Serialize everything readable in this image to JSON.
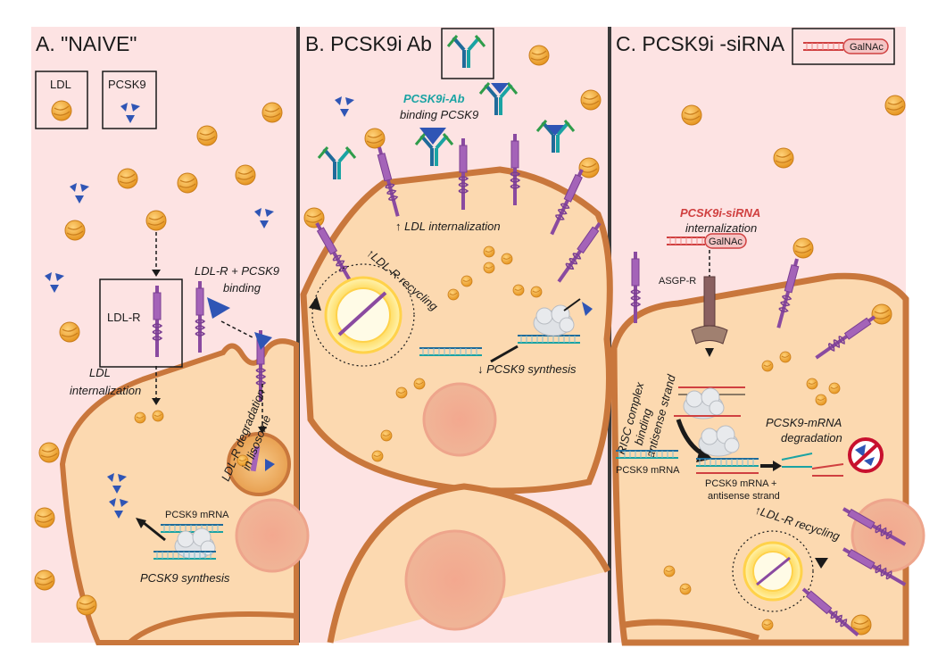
{
  "panels": {
    "a": {
      "title": "A. \"NAIVE\""
    },
    "b": {
      "title": "B. PCSK9i Ab"
    },
    "c": {
      "title": "C. PCSK9i -siRNA"
    }
  },
  "legend": {
    "ldl": "LDL",
    "pcsk9": "PCSK9",
    "galnac": "GalNAc"
  },
  "panel_a": {
    "ldlr_label": "LDL-R",
    "ldl_internalization_1": "LDL",
    "ldl_internalization_2": "internalization",
    "binding_1": "LDL-R + PCSK9",
    "binding_2": "binding",
    "degradation_1": "LDL-R degradation",
    "degradation_2": "in lisosome",
    "mrna": "PCSK9 mRNA",
    "synthesis": "PCSK9 synthesis"
  },
  "panel_b": {
    "ab_label_1": "PCSK9i-Ab",
    "ab_label_2": "binding PCSK9",
    "internalization": "↑ LDL internalization",
    "recycling": "↑LDL-R recycling",
    "synthesis": "↓ PCSK9 synthesis"
  },
  "panel_c": {
    "sirna_1": "PCSK9i-siRNA",
    "sirna_2": "internalization",
    "galnac": "GalNAc",
    "asgpr": "ASGP-R",
    "risc_1": "RISC complex",
    "risc_2": "binding",
    "risc_3": "antisense strand",
    "mrna": "PCSK9 mRNA",
    "mrna_antisense_1": "PCSK9 mRNA +",
    "mrna_antisense_2": "antisense strand",
    "degradation_1": "PCSK9-mRNA",
    "degradation_2": "degradation",
    "recycling": "↑LDL-R recycling"
  },
  "colors": {
    "background": "#fde3e3",
    "cell_fill": "#fcd9b0",
    "cell_border": "#c9773c",
    "ldl": "#f0a632",
    "pcsk9": "#2f55b5",
    "receptor": "#8a4aa0",
    "antibody_teal": "#1aa3a3",
    "sirna_red": "#d04040"
  }
}
